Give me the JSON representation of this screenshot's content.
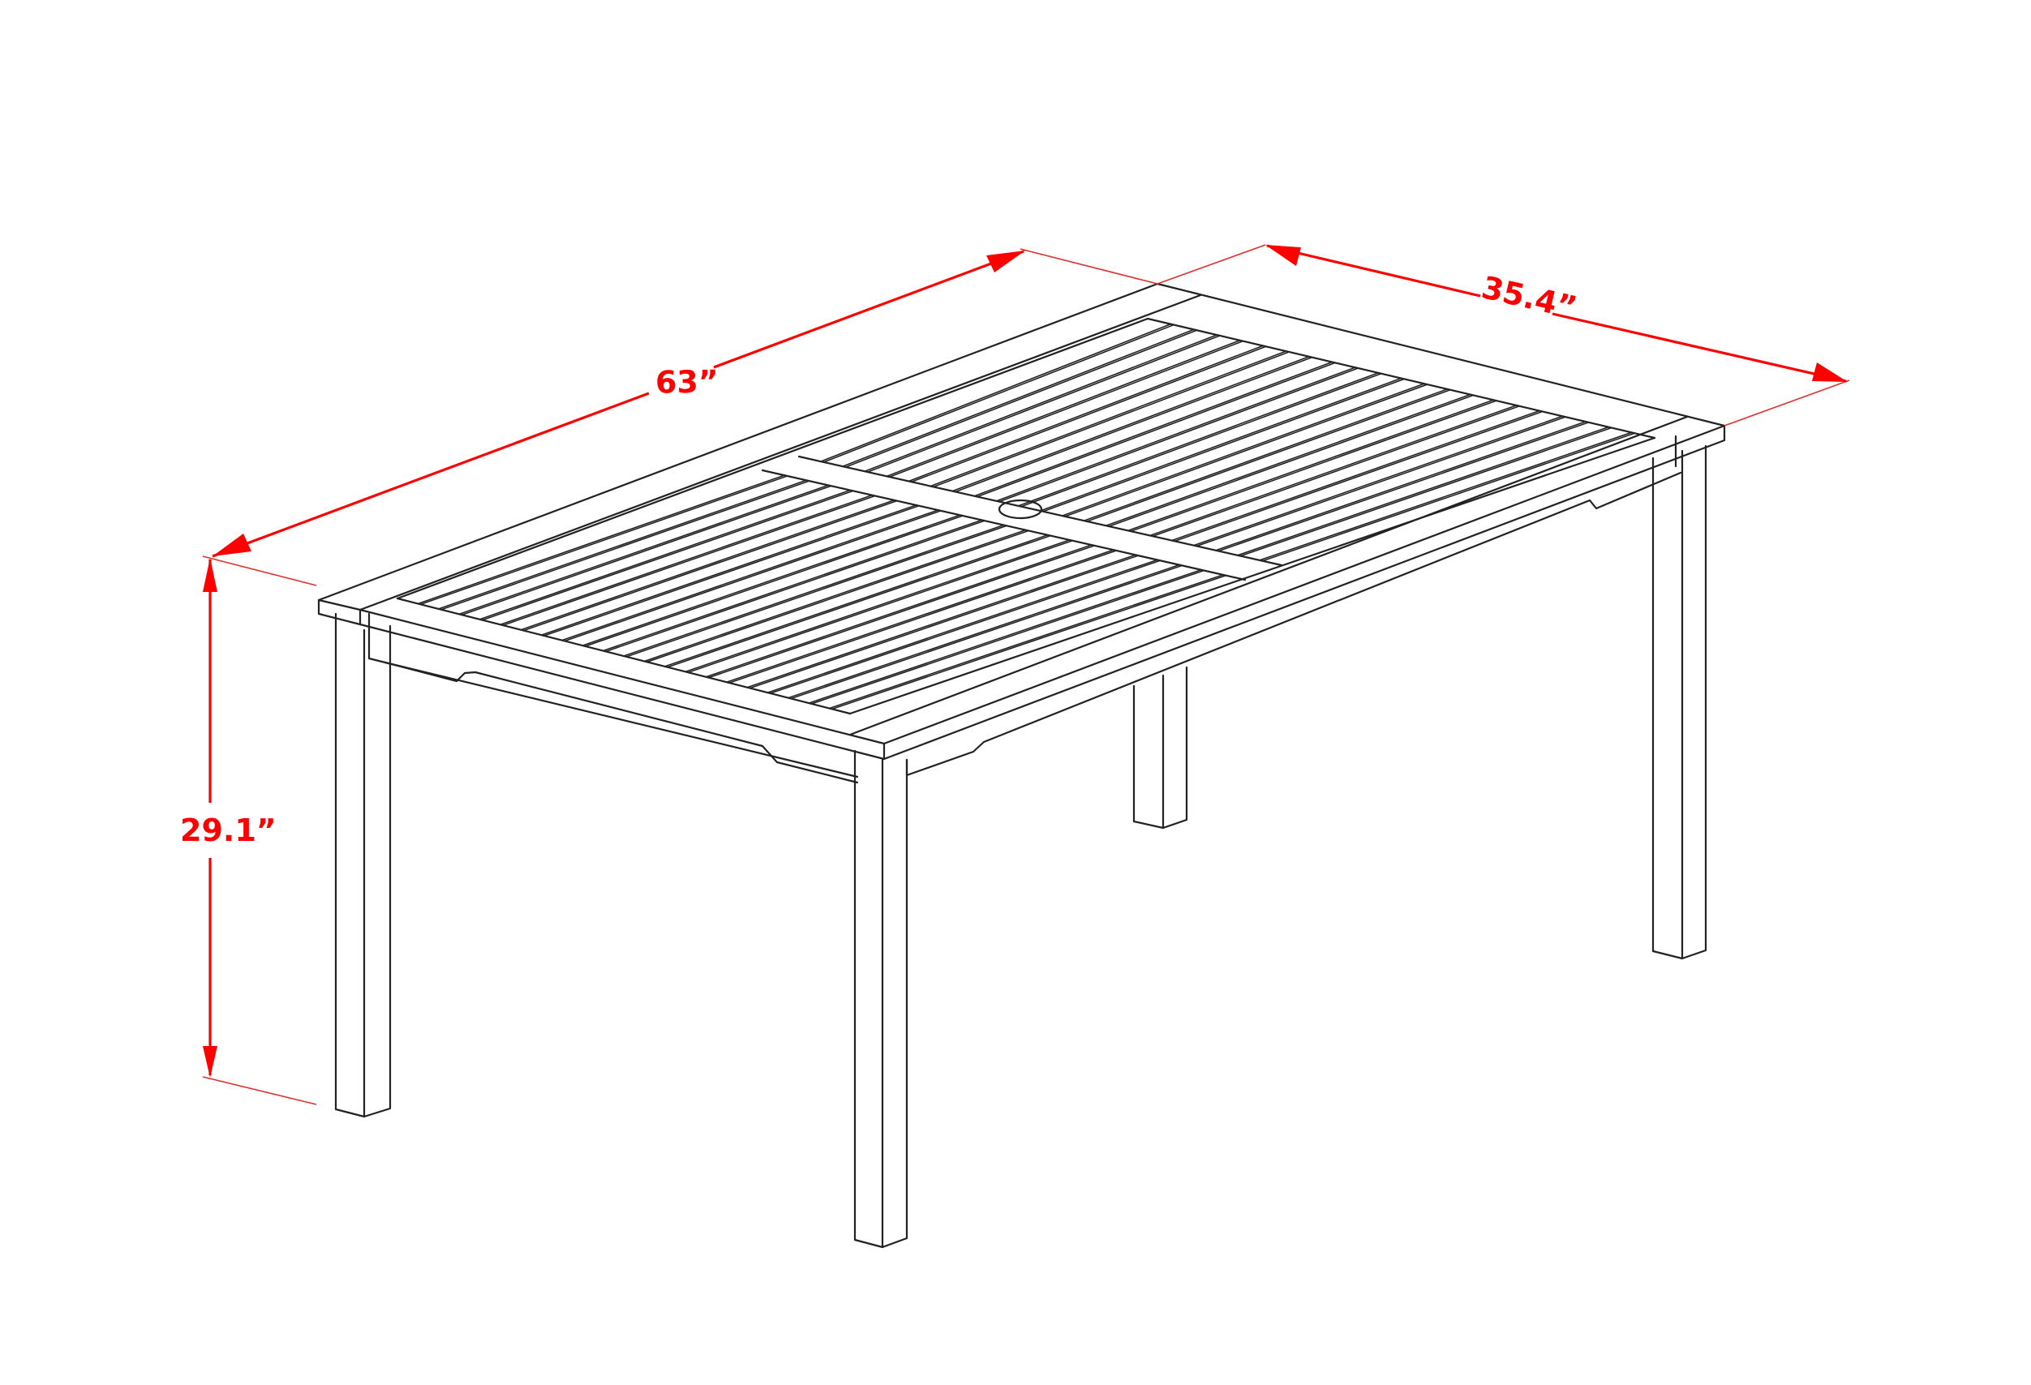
{
  "figure": {
    "subject": "rectangular slatted outdoor dining table with umbrella hole",
    "view": "isometric line drawing",
    "line_color": "#222222",
    "dimension_color": "#ff0000",
    "background": "#ffffff"
  },
  "dimensions": {
    "length": {
      "label": "63”",
      "value": 63,
      "unit": "in"
    },
    "width": {
      "label": "35.4”",
      "value": 35.4,
      "unit": "in"
    },
    "height": {
      "label": "29.1”",
      "value": 29.1,
      "unit": "in"
    }
  },
  "features": {
    "slat_panels": 2,
    "center_rail_with_umbrella_hole": true,
    "legs": 4
  }
}
